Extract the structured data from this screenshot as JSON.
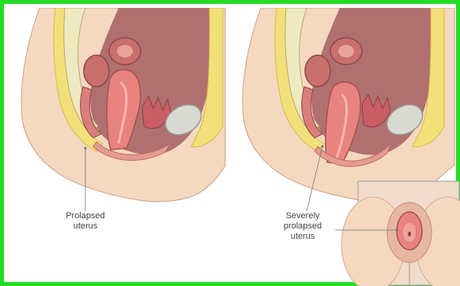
{
  "diagram": {
    "left_panel": {
      "label_lines": [
        "Prolapsed",
        "uterus"
      ]
    },
    "right_panel": {
      "label_lines": [
        "Severely",
        "prolapsed",
        "uterus"
      ]
    },
    "colors": {
      "frame_border": "#22dd22",
      "skin": "#f4d8bf",
      "fat": "#f3e07a",
      "uterus": "#e8837f",
      "uterus_inner": "#f6b5ad",
      "rectum": "#c96f6c",
      "bladder": "#d9dad3",
      "bone": "#efe9c2",
      "leader_line": "#777777"
    }
  }
}
